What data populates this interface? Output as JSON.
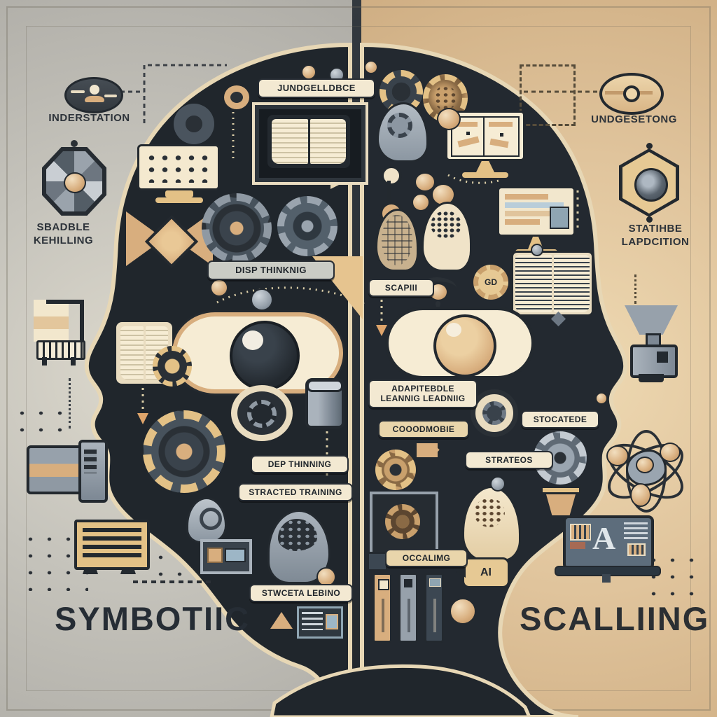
{
  "titles": {
    "left": "SYMBOTIIC",
    "right": "SCALLIING"
  },
  "left_outer": {
    "understanding_label": "INDERSTATION",
    "scalable_line1": "SBADBLE",
    "scalable_line2": "KEHILLING"
  },
  "left_inner": {
    "judgement_label": "JUNDGELLDBCE",
    "deep_thinking_label": "DISP THINKNIG",
    "dep_thinning_label": "DEP THINNING",
    "stracted_training_label": "STRACTED TRAINING",
    "structured_learning_label": "STWCETA LEBINO"
  },
  "right_inner": {
    "scap_label": "SCAPIII",
    "adaptable_line1": "ADAPITEBDLE",
    "adaptable_line2": "LEANNIG LEADNIIG",
    "cood_label": "COOODMOBIE",
    "stocatede_label": "STOCATEDE",
    "strateos_label": "STRATEOS",
    "occalimg_label": "OCCALIMG",
    "ai_label": "AI",
    "gd_label": "GD"
  },
  "right_outer": {
    "understanding_label": "UNDGESETONG",
    "statistical_line1": "STATIHBE",
    "statistical_line2": "LAPDCITION",
    "laptop_glyph": "A"
  },
  "colors": {
    "left_background": "#c6c4bc",
    "right_background": "#e0c49c",
    "head_dark": "#20262c",
    "outline_cream": "#e9d9b6",
    "accent_tan": "#d8ae7e",
    "icon_gray": "#97a1ab",
    "label_cream": "#f3e9d2",
    "text_dark": "#23292f"
  }
}
